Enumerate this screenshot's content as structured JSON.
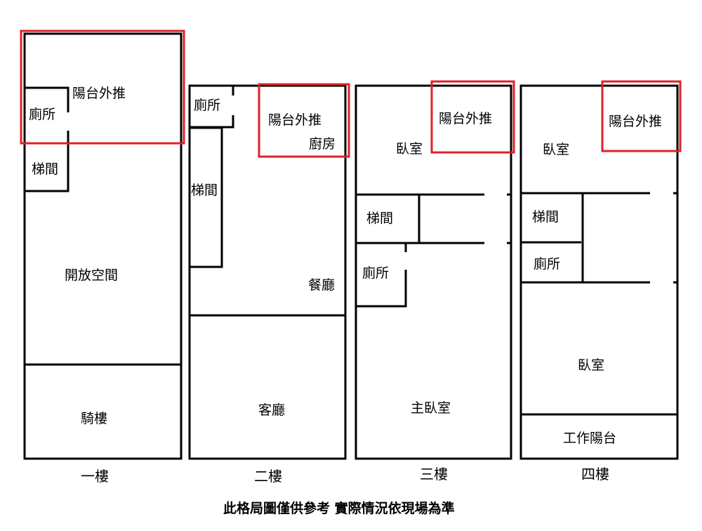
{
  "floors": [
    {
      "caption": "一樓",
      "rooms": {
        "balcony": "陽台外推",
        "toilet": "廁所",
        "stairs": "梯間",
        "open_space": "開放空間",
        "arcade": "騎樓"
      }
    },
    {
      "caption": "二樓",
      "rooms": {
        "toilet": "廁所",
        "balcony": "陽台外推",
        "kitchen": "廚房",
        "stairs": "梯間",
        "dining": "餐廳",
        "living": "客廳"
      }
    },
    {
      "caption": "三樓",
      "rooms": {
        "balcony": "陽台外推",
        "bedroom": "臥室",
        "stairs": "梯間",
        "toilet": "廁所",
        "master_bedroom": "主臥室"
      }
    },
    {
      "caption": "四樓",
      "rooms": {
        "balcony": "陽台外推",
        "bedroom_top": "臥室",
        "stairs": "梯間",
        "toilet": "廁所",
        "bedroom_bottom": "臥室",
        "work_balcony": "工作陽台"
      }
    }
  ],
  "disclaimer": "此格局圖僅供參考 實際情況依現場為準",
  "colors": {
    "wall": "#000000",
    "highlight": "#e0202a"
  }
}
